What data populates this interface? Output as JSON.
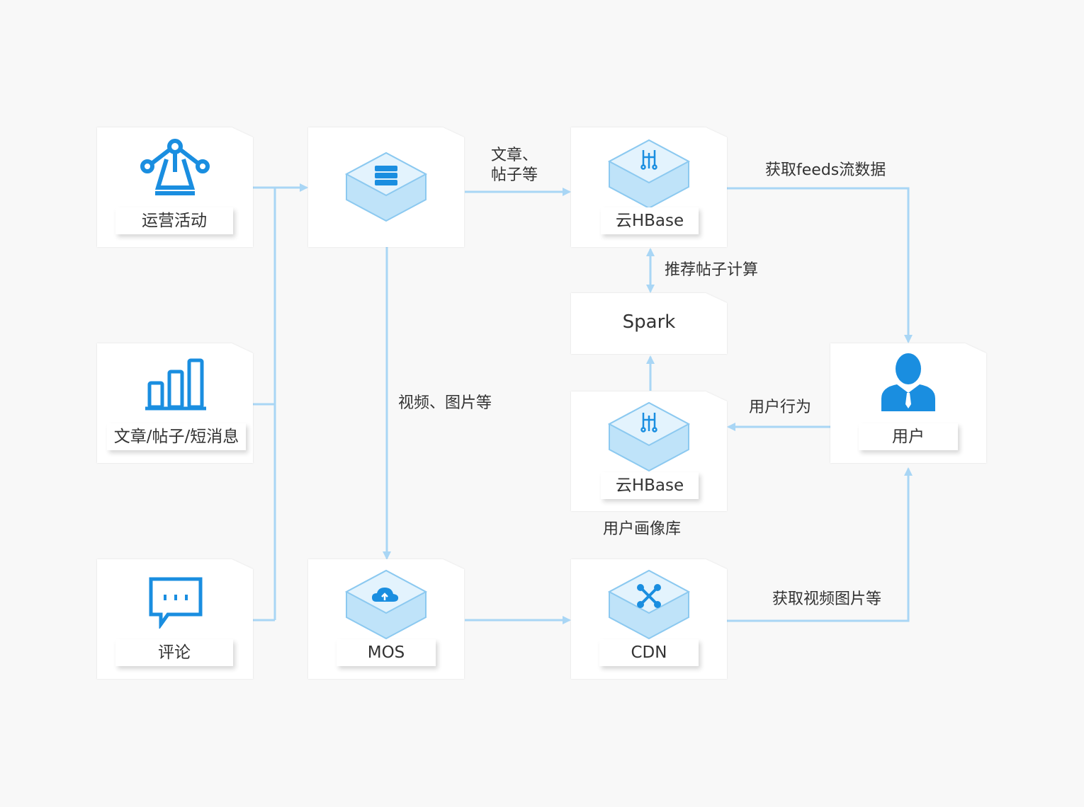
{
  "nodes": {
    "ops_activity": {
      "label": "运营活动"
    },
    "articles": {
      "label": "文章/帖子/短消息"
    },
    "comments": {
      "label": "评论"
    },
    "server": {
      "label": ""
    },
    "hbase_top": {
      "label": "云HBase"
    },
    "spark": {
      "label": "Spark"
    },
    "hbase_profile": {
      "label": "云HBase",
      "caption": "用户画像库"
    },
    "user": {
      "label": "用户"
    },
    "mos": {
      "label": "MOS"
    },
    "cdn": {
      "label": "CDN"
    }
  },
  "edges": {
    "server_to_hbase": {
      "label_line1": "文章、",
      "label_line2": "帖子等"
    },
    "hbase_to_user": {
      "label": "获取feeds流数据"
    },
    "hbase_spark": {
      "label": "推荐帖子计算"
    },
    "server_to_mos": {
      "label": "视频、图片等"
    },
    "user_to_profile": {
      "label": "用户行为"
    },
    "cdn_to_user": {
      "label": "获取视频图片等"
    }
  },
  "colors": {
    "background": "#f8f8f8",
    "card": "#ffffff",
    "accent_blue": "#1a8ee0",
    "line_blue": "#a9d6f5",
    "cube_top": "#d9effc",
    "cube_side": "#bfe3f9"
  },
  "icons": [
    "network-icon",
    "bar-chart-icon",
    "chat-icon",
    "database-icon",
    "hbase-icon",
    "cloud-upload-icon",
    "cdn-icon",
    "user-icon"
  ]
}
